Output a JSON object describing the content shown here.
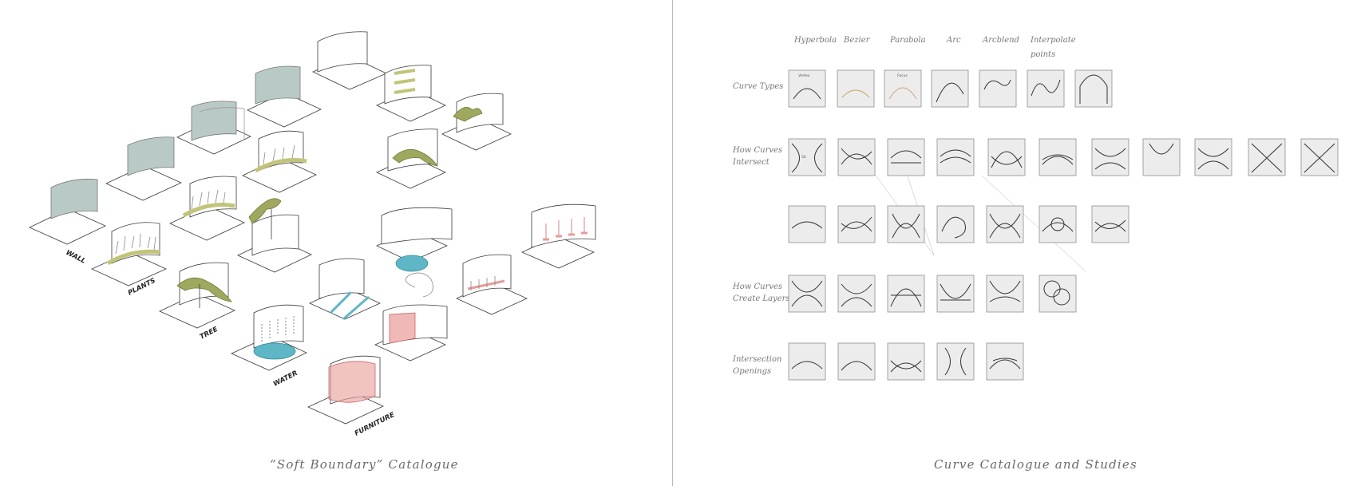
{
  "left_panel": {
    "caption": "“Soft Boundary” Catalogue",
    "labels": [
      "WALL",
      "PLANTS",
      "TREE",
      "WATER",
      "FURNITURE"
    ]
  },
  "right_panel": {
    "caption": "Curve Catalogue and Studies",
    "column_headers": [
      "Hyperbola",
      "Bezier",
      "Parabola",
      "Arc",
      "Arcblend",
      "Interpolate points"
    ],
    "rows": [
      {
        "label": "Curve Types"
      },
      {
        "label": "How Curves Intersect"
      },
      {
        "label": ""
      },
      {
        "label": "How Curves Create Layers"
      },
      {
        "label": "Intersection Openings"
      }
    ],
    "stray_label": "Arcblend",
    "tile_annotations": [
      "Vertex",
      "Focus",
      "S4"
    ]
  },
  "colors": {
    "background": "#ffffff",
    "line": "#3a3a3a",
    "wall_tint": "#b9c9c6",
    "plant": "#c2c47a",
    "tree": "#9fa85e",
    "water": "#5fb6c6",
    "furniture": "#e89b98",
    "tile_fill": "#ececec"
  }
}
